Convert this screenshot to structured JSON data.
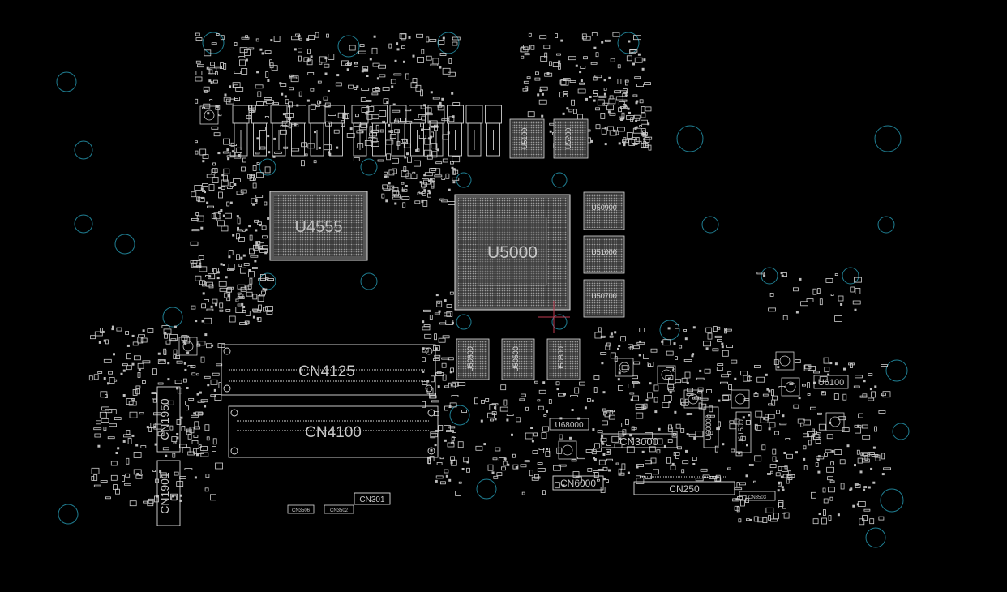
{
  "colors": {
    "background": "#000000",
    "component": "#d8d8d8",
    "component_dim": "#8c8c8c",
    "bga_fill": "#7a7a7a",
    "mounting_hole": "#1f7e92",
    "cursor": "#c03a50"
  },
  "components": {
    "chips": [
      {
        "id": "u4555",
        "label": "U4555"
      },
      {
        "id": "u5000",
        "label": "U5000"
      },
      {
        "id": "u50900",
        "label": "U50900"
      },
      {
        "id": "u51000",
        "label": "U51000"
      },
      {
        "id": "u50700",
        "label": "U50700"
      },
      {
        "id": "u5100",
        "label": "U5100"
      },
      {
        "id": "u5200",
        "label": "U5200"
      },
      {
        "id": "u50600",
        "label": "U50600"
      },
      {
        "id": "u50500",
        "label": "U50500"
      },
      {
        "id": "u50800",
        "label": "U50800"
      }
    ],
    "connectors": [
      {
        "id": "cn4125",
        "label": "CN4125"
      },
      {
        "id": "cn4100",
        "label": "CN4100"
      },
      {
        "id": "cn1950",
        "label": "CN1950"
      },
      {
        "id": "cn1901",
        "label": "CN1901"
      },
      {
        "id": "cn3000",
        "label": "CN3000"
      },
      {
        "id": "cn6000",
        "label": "CN6000"
      },
      {
        "id": "cn250",
        "label": "CN250"
      },
      {
        "id": "cn301",
        "label": "CN301"
      },
      {
        "id": "cn3506",
        "label": "CN3506"
      },
      {
        "id": "cn3502",
        "label": "CN3502"
      },
      {
        "id": "cn3503",
        "label": "CN3503"
      }
    ],
    "other": [
      {
        "id": "u6100",
        "label": "U6100"
      },
      {
        "id": "u68000",
        "label": "U68000"
      },
      {
        "id": "u60000",
        "label": "U60000"
      },
      {
        "id": "u61500",
        "label": "U61500"
      }
    ]
  }
}
